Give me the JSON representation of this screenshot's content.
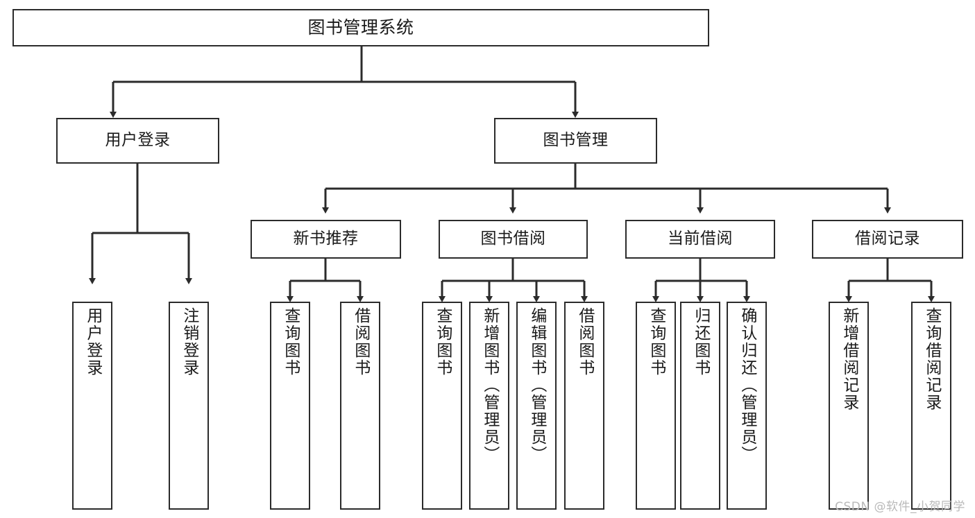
{
  "diagram": {
    "type": "tree-hierarchy-chart",
    "title": "图书管理系统",
    "background_color": "#ffffff",
    "line_color": "#2b2b2b",
    "box_fill": "#ffffff",
    "text_color": "#1a1a1a"
  },
  "root": {
    "label": "图书管理系统"
  },
  "level1": [
    {
      "label": "用户登录"
    },
    {
      "label": "图书管理"
    }
  ],
  "level2": [
    {
      "label": "新书推荐"
    },
    {
      "label": "图书借阅"
    },
    {
      "label": "当前借阅"
    },
    {
      "label": "借阅记录"
    }
  ],
  "leaves": {
    "user_login": [
      {
        "label": "用户登录"
      },
      {
        "label": "注销登录"
      }
    ],
    "new_book_recommend": [
      {
        "label": "查询图书"
      },
      {
        "label": "借阅图书"
      }
    ],
    "book_borrow": [
      {
        "label": "查询图书"
      },
      {
        "label": "新增图书（管理员）"
      },
      {
        "label": "编辑图书（管理员）"
      },
      {
        "label": "借阅图书"
      }
    ],
    "current_borrow": [
      {
        "label": "查询图书"
      },
      {
        "label": "归还图书"
      },
      {
        "label": "确认归还（管理员）"
      }
    ],
    "borrow_record": [
      {
        "label": "新增借阅记录"
      },
      {
        "label": "查询借阅记录"
      }
    ]
  },
  "watermark": {
    "text": "CSDN @软件_小贺同学"
  }
}
